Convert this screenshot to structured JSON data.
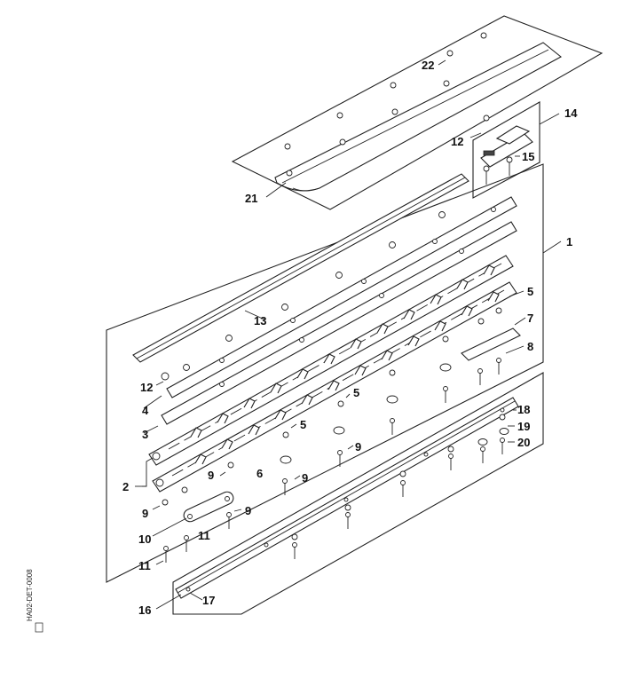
{
  "document_id": "HA02-DET-0008",
  "callouts": {
    "c1": "1",
    "c2": "2",
    "c3": "3",
    "c4": "4",
    "c5a": "5",
    "c5b": "5",
    "c5c": "5",
    "c6": "6",
    "c7": "7",
    "c8": "8",
    "c9a": "9",
    "c9b": "9",
    "c9c": "9",
    "c9d": "9",
    "c9e": "9",
    "c10": "10",
    "c11a": "11",
    "c11b": "11",
    "c12a": "12",
    "c12b": "12",
    "c13": "13",
    "c14": "14",
    "c15": "15",
    "c16": "16",
    "c17": "17",
    "c18": "18",
    "c19": "19",
    "c20": "20",
    "c21": "21",
    "c22": "22"
  }
}
